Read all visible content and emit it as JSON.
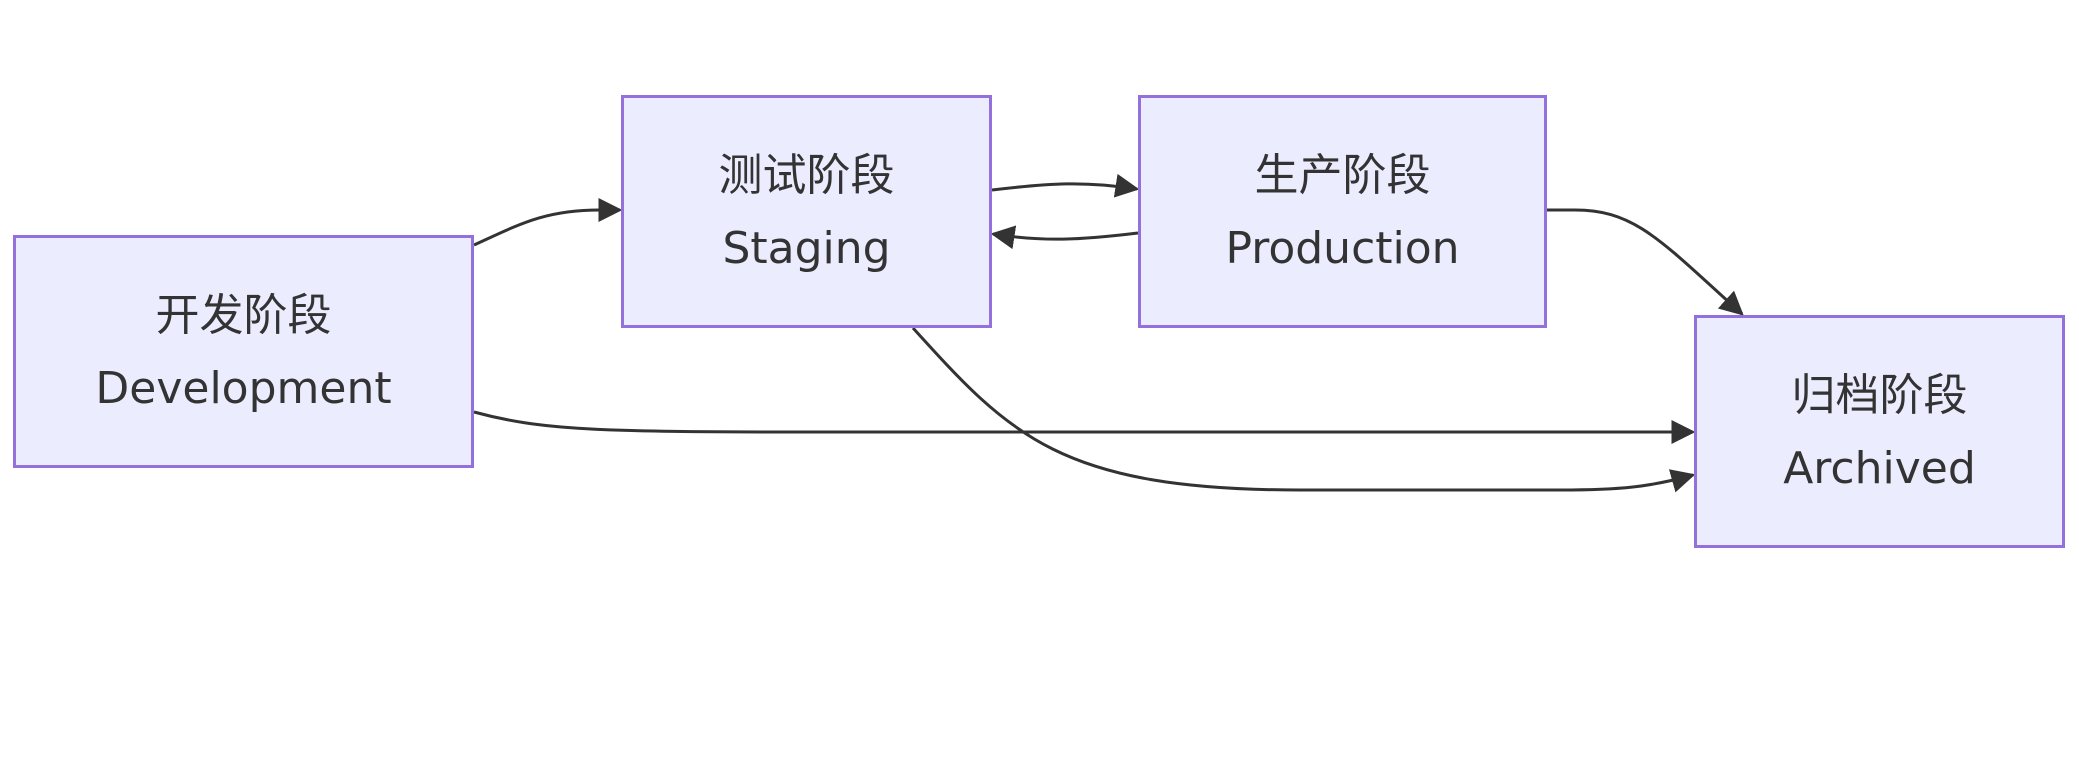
{
  "nodes": {
    "development": {
      "zh": "开发阶段",
      "en": "Development"
    },
    "staging": {
      "zh": "测试阶段",
      "en": "Staging"
    },
    "production": {
      "zh": "生产阶段",
      "en": "Production"
    },
    "archived": {
      "zh": "归档阶段",
      "en": "Archived"
    }
  },
  "edges": [
    {
      "from": "development",
      "to": "staging"
    },
    {
      "from": "staging",
      "to": "production"
    },
    {
      "from": "production",
      "to": "staging"
    },
    {
      "from": "production",
      "to": "archived"
    },
    {
      "from": "development",
      "to": "archived"
    },
    {
      "from": "staging",
      "to": "archived"
    }
  ],
  "colors": {
    "node_fill": "#ececff",
    "node_border": "#9370db",
    "edge": "#333333",
    "text": "#333333"
  }
}
